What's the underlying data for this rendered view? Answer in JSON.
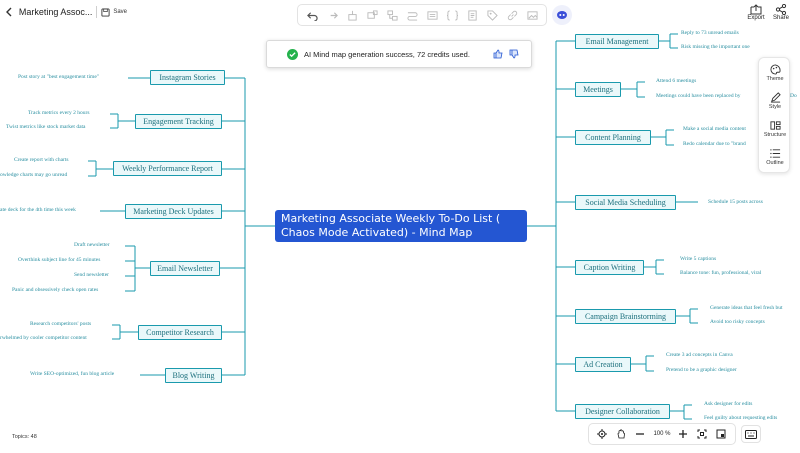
{
  "header": {
    "doc_title": "Marketing Assoc...",
    "save_label": "Save",
    "export_label": "Export",
    "share_label": "Share"
  },
  "toolbar": {
    "icons": [
      "undo-icon",
      "redo-icon",
      "format-painter-icon",
      "add-topic-icon",
      "add-subtopic-icon",
      "relationship-icon",
      "summary-icon",
      "boundary-icon",
      "note-icon",
      "label-icon",
      "link-icon",
      "image-icon"
    ],
    "ai_icon": "ai-assistant-icon"
  },
  "notification": {
    "text": "AI Mind map generation success, 72 credits used.",
    "status_color": "#24b24c"
  },
  "right_panel": {
    "items": [
      {
        "label": "Theme",
        "icon": "palette-icon"
      },
      {
        "label": "Style",
        "icon": "pen-icon"
      },
      {
        "label": "Structure",
        "icon": "structure-icon"
      },
      {
        "label": "Outline",
        "icon": "list-icon"
      }
    ]
  },
  "mindmap": {
    "central": "Marketing Associate Weekly To-Do List ( Chaos Mode Activated) - Mind Map",
    "left": [
      {
        "label": "Instagram Stories",
        "children": [
          "Post story at \"best engagement time\""
        ]
      },
      {
        "label": "Engagement Tracking",
        "children": [
          "Track metrics every 2 hours",
          "Twist metrics like stock market data"
        ]
      },
      {
        "label": "Weekly Performance Report",
        "children": [
          "Create report with charts",
          "owledge charts may go unread"
        ]
      },
      {
        "label": "Marketing Deck Updates",
        "children": [
          "ate deck for the 4th time this week"
        ]
      },
      {
        "label": "Email Newsletter",
        "children": [
          "Draft newsletter",
          "Overthink subject line for 45 minutes",
          "Send newsletter",
          "Panic and obsessively check open rates"
        ]
      },
      {
        "label": "Competitor Research",
        "children": [
          "Research competitors' posts",
          "rwhelmed by cooler competitor content"
        ]
      },
      {
        "label": "Blog Writing",
        "children": [
          "Write SEO-optimized, fun blog article"
        ]
      }
    ],
    "right": [
      {
        "label": "Email Management",
        "children": [
          "Reply to 73 unread emails",
          "Risk missing the important one"
        ]
      },
      {
        "label": "Meetings",
        "children": [
          "Attend 6 meetings",
          "Meetings could have been replaced by"
        ]
      },
      {
        "label": "Content Planning",
        "children": [
          "Make a social media content",
          "Redo calendar due to \"brand"
        ]
      },
      {
        "label": "Social Media Scheduling",
        "children": [
          "Schedule 15 posts across"
        ]
      },
      {
        "label": "Caption Writing",
        "children": [
          "Write 5 captions",
          "Balance tone: fun, professional, viral"
        ]
      },
      {
        "label": "Campaign Brainstorming",
        "children": [
          "Generate ideas that feel fresh but",
          "Avoid too risky concepts"
        ]
      },
      {
        "label": "Ad Creation",
        "children": [
          "Create 3 ad concepts in Canva",
          "Pretend to be a graphic designer"
        ]
      },
      {
        "label": "Designer Collaboration",
        "children": [
          "Ask designer for edits",
          "Feel guilty about requesting edits"
        ]
      }
    ],
    "partial_right_text": "Do",
    "branch_color": "#1a9aad",
    "central_color": "#2456d2"
  },
  "footer": {
    "topics_label": "Topics: 48",
    "zoom_value": "100 %"
  }
}
